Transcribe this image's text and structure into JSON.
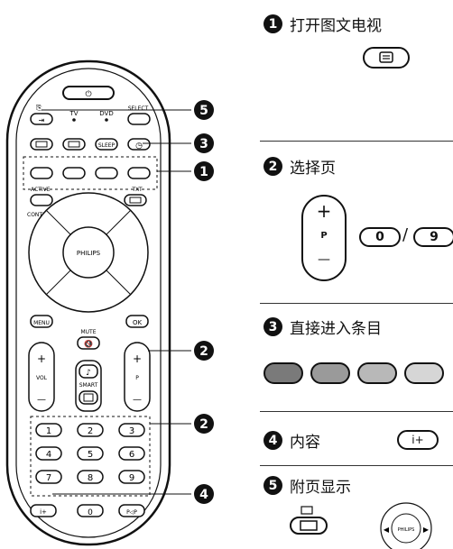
{
  "remote": {
    "brand": "PHILIPS",
    "labels": {
      "tv": "TV",
      "dvd": "DVD",
      "select": "SELECT",
      "sleep": "SLEEP",
      "active": "ACTIVE",
      "control": "CONTROL",
      "txt": "TXT",
      "menu": "MENU",
      "ok": "OK",
      "mute": "MUTE",
      "vol": "VOL",
      "p": "P",
      "smart": "SMART",
      "plus": "+",
      "minus": "—"
    },
    "digits": [
      "1",
      "2",
      "3",
      "4",
      "5",
      "6",
      "7",
      "8",
      "9",
      "0"
    ],
    "bottom_left": "i+",
    "bottom_right": "P◁P",
    "callouts": [
      "5",
      "3",
      "1",
      "2",
      "2",
      "4"
    ]
  },
  "sections": [
    {
      "num": "1",
      "title": "打开图文电视"
    },
    {
      "num": "2",
      "title": "选择页",
      "plus": "+",
      "p": "P",
      "minus": "—",
      "key_a": "0",
      "sep": "/",
      "key_b": "9"
    },
    {
      "num": "3",
      "title": "直接进入条目",
      "colors": [
        "#7a7a7a",
        "#9a9a9a",
        "#b8b8b8",
        "#d6d6d6"
      ]
    },
    {
      "num": "4",
      "title": "内容",
      "key": "i+"
    },
    {
      "num": "5",
      "title": "附页显示",
      "brand": "PHILIPS"
    }
  ]
}
